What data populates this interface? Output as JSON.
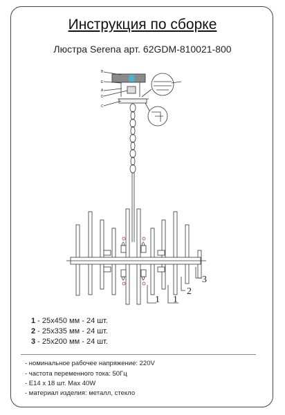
{
  "document": {
    "title": "Инструкция по сборке",
    "subtitle": "Люстра Serena арт. 62GDM-810021-800"
  },
  "drawing": {
    "part_letters": [
      "B",
      "E",
      "A",
      "D",
      "C"
    ],
    "callout_numbers": [
      "1",
      "1",
      "2",
      "3"
    ]
  },
  "specs": [
    {
      "num": "1",
      "text": " - 25x450 мм - 24 шт."
    },
    {
      "num": "2",
      "text": " - 25x335 мм - 24 шт."
    },
    {
      "num": "3",
      "text": " - 25x200 мм - 24 шт."
    }
  ],
  "technical": [
    "- номинальное рабочее напряжение: 220V",
    "- частота переменного тока: 50Гц",
    "- E14 x 18 шт. Max 40W",
    "- материал изделия: металл, стекло"
  ]
}
